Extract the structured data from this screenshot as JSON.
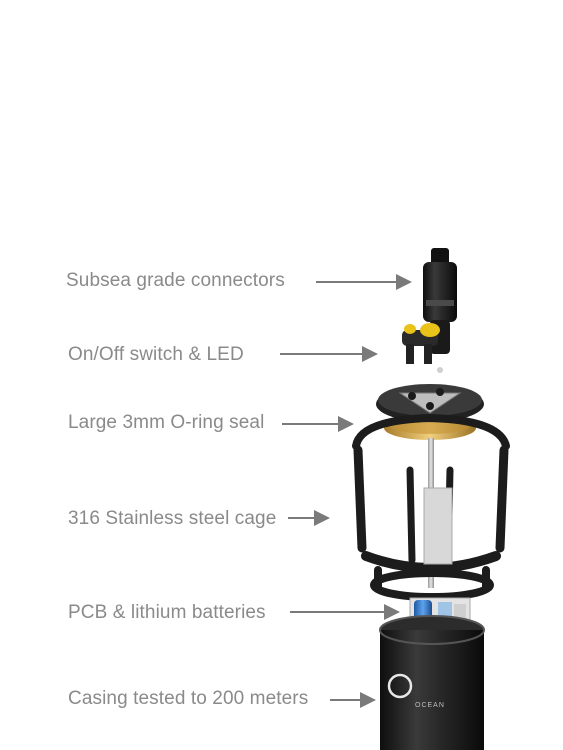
{
  "callouts": [
    {
      "id": "connectors",
      "label": "Subsea grade connectors"
    },
    {
      "id": "switch-led",
      "label": "On/Off switch & LED"
    },
    {
      "id": "o-ring",
      "label": "Large 3mm O-ring seal"
    },
    {
      "id": "cage",
      "label": "316 Stainless steel cage"
    },
    {
      "id": "pcb",
      "label": "PCB & lithium batteries"
    },
    {
      "id": "casing",
      "label": "Casing tested to 200 meters"
    }
  ],
  "logo_text": "OCEAN",
  "colors": {
    "label": "#8a8a8a",
    "arrow": "#7a7a7a",
    "body_black": "#1b1b1b",
    "switch_yellow": "#e9c21a",
    "oring_gold": "#d6a84a",
    "battery_blue": "#2f78c8"
  }
}
